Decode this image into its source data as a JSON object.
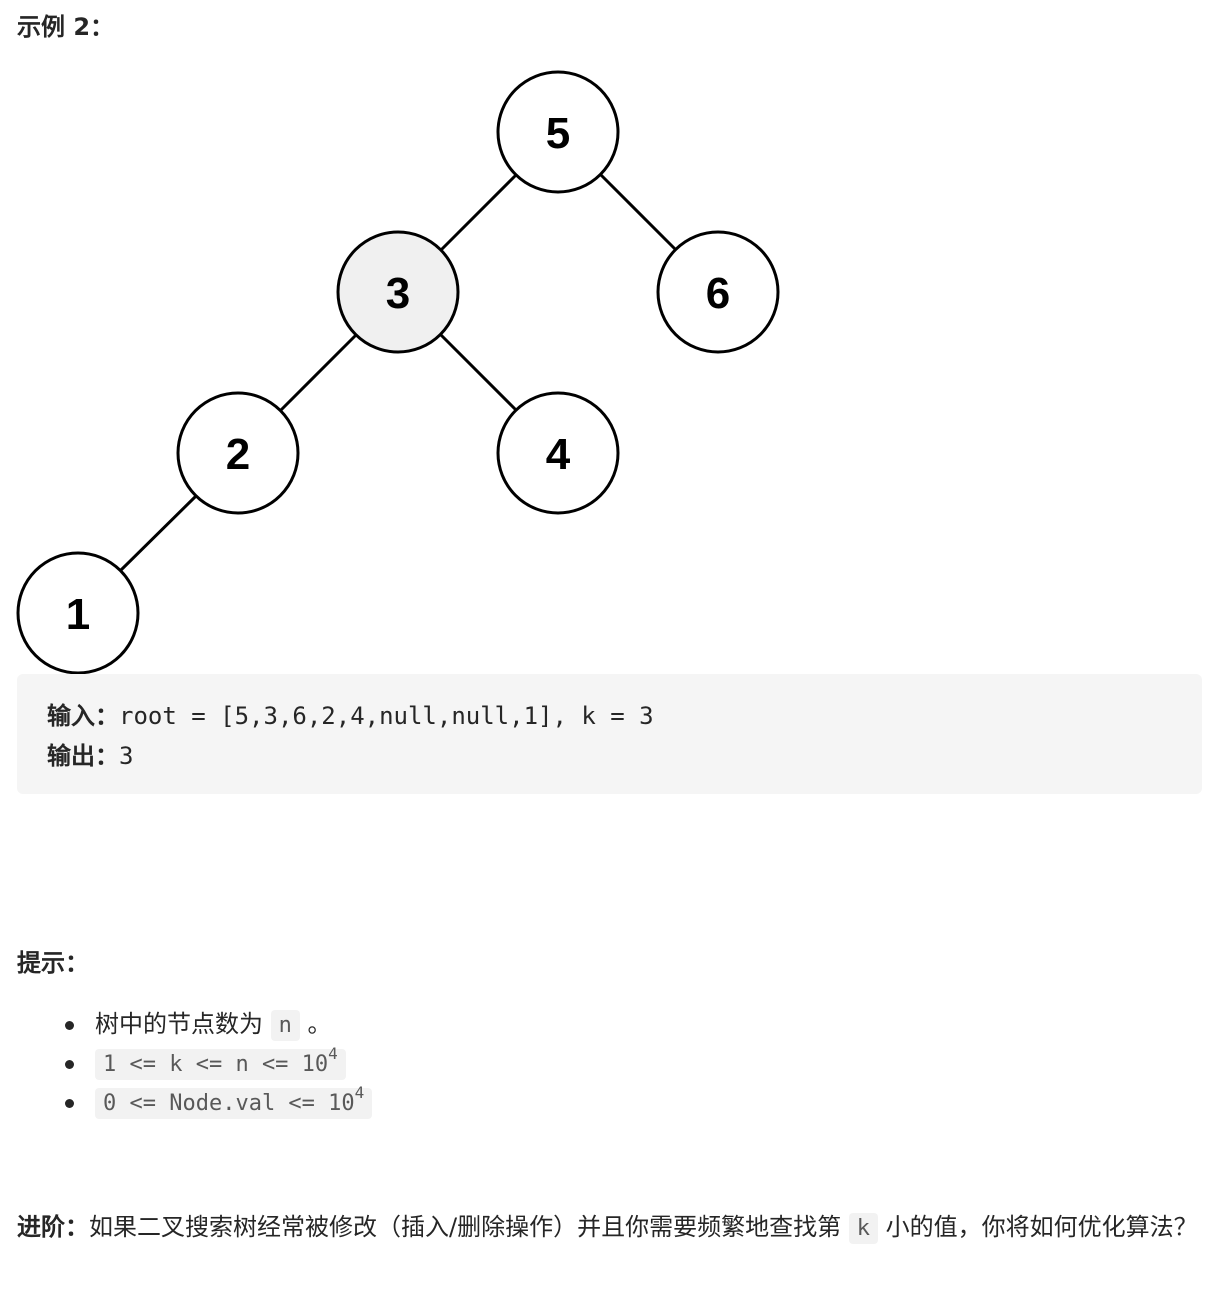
{
  "example": {
    "heading": "示例 2："
  },
  "tree": {
    "nodes": [
      {
        "value": "5",
        "highlight": false
      },
      {
        "value": "3",
        "highlight": true
      },
      {
        "value": "6",
        "highlight": false
      },
      {
        "value": "2",
        "highlight": false
      },
      {
        "value": "4",
        "highlight": false
      },
      {
        "value": "1",
        "highlight": false
      }
    ]
  },
  "io": {
    "input_label": "输入：",
    "input_value": "root = [5,3,6,2,4,null,null,1], k = 3",
    "output_label": "输出：",
    "output_value": "3"
  },
  "hints": {
    "heading": "提示：",
    "item1_text": "树中的节点数为 ",
    "item1_code": "n",
    "item1_suffix": " 。",
    "item2_code": "1 <= k <= n <= 10",
    "item2_sup": "4",
    "item3_code": "0 <= Node.val <= 10",
    "item3_sup": "4"
  },
  "follow_up": {
    "lead": "进阶：",
    "text_before": "如果二叉搜索树经常被修改（插入/删除操作）并且你需要频繁地查找第 ",
    "code": "k",
    "text_after": " 小的值，你将如何优化算法？"
  },
  "colors": {
    "highlight_node": "#f0f0f0",
    "code_background": "#f2f2f2",
    "example_box_background": "#f5f5f5"
  }
}
